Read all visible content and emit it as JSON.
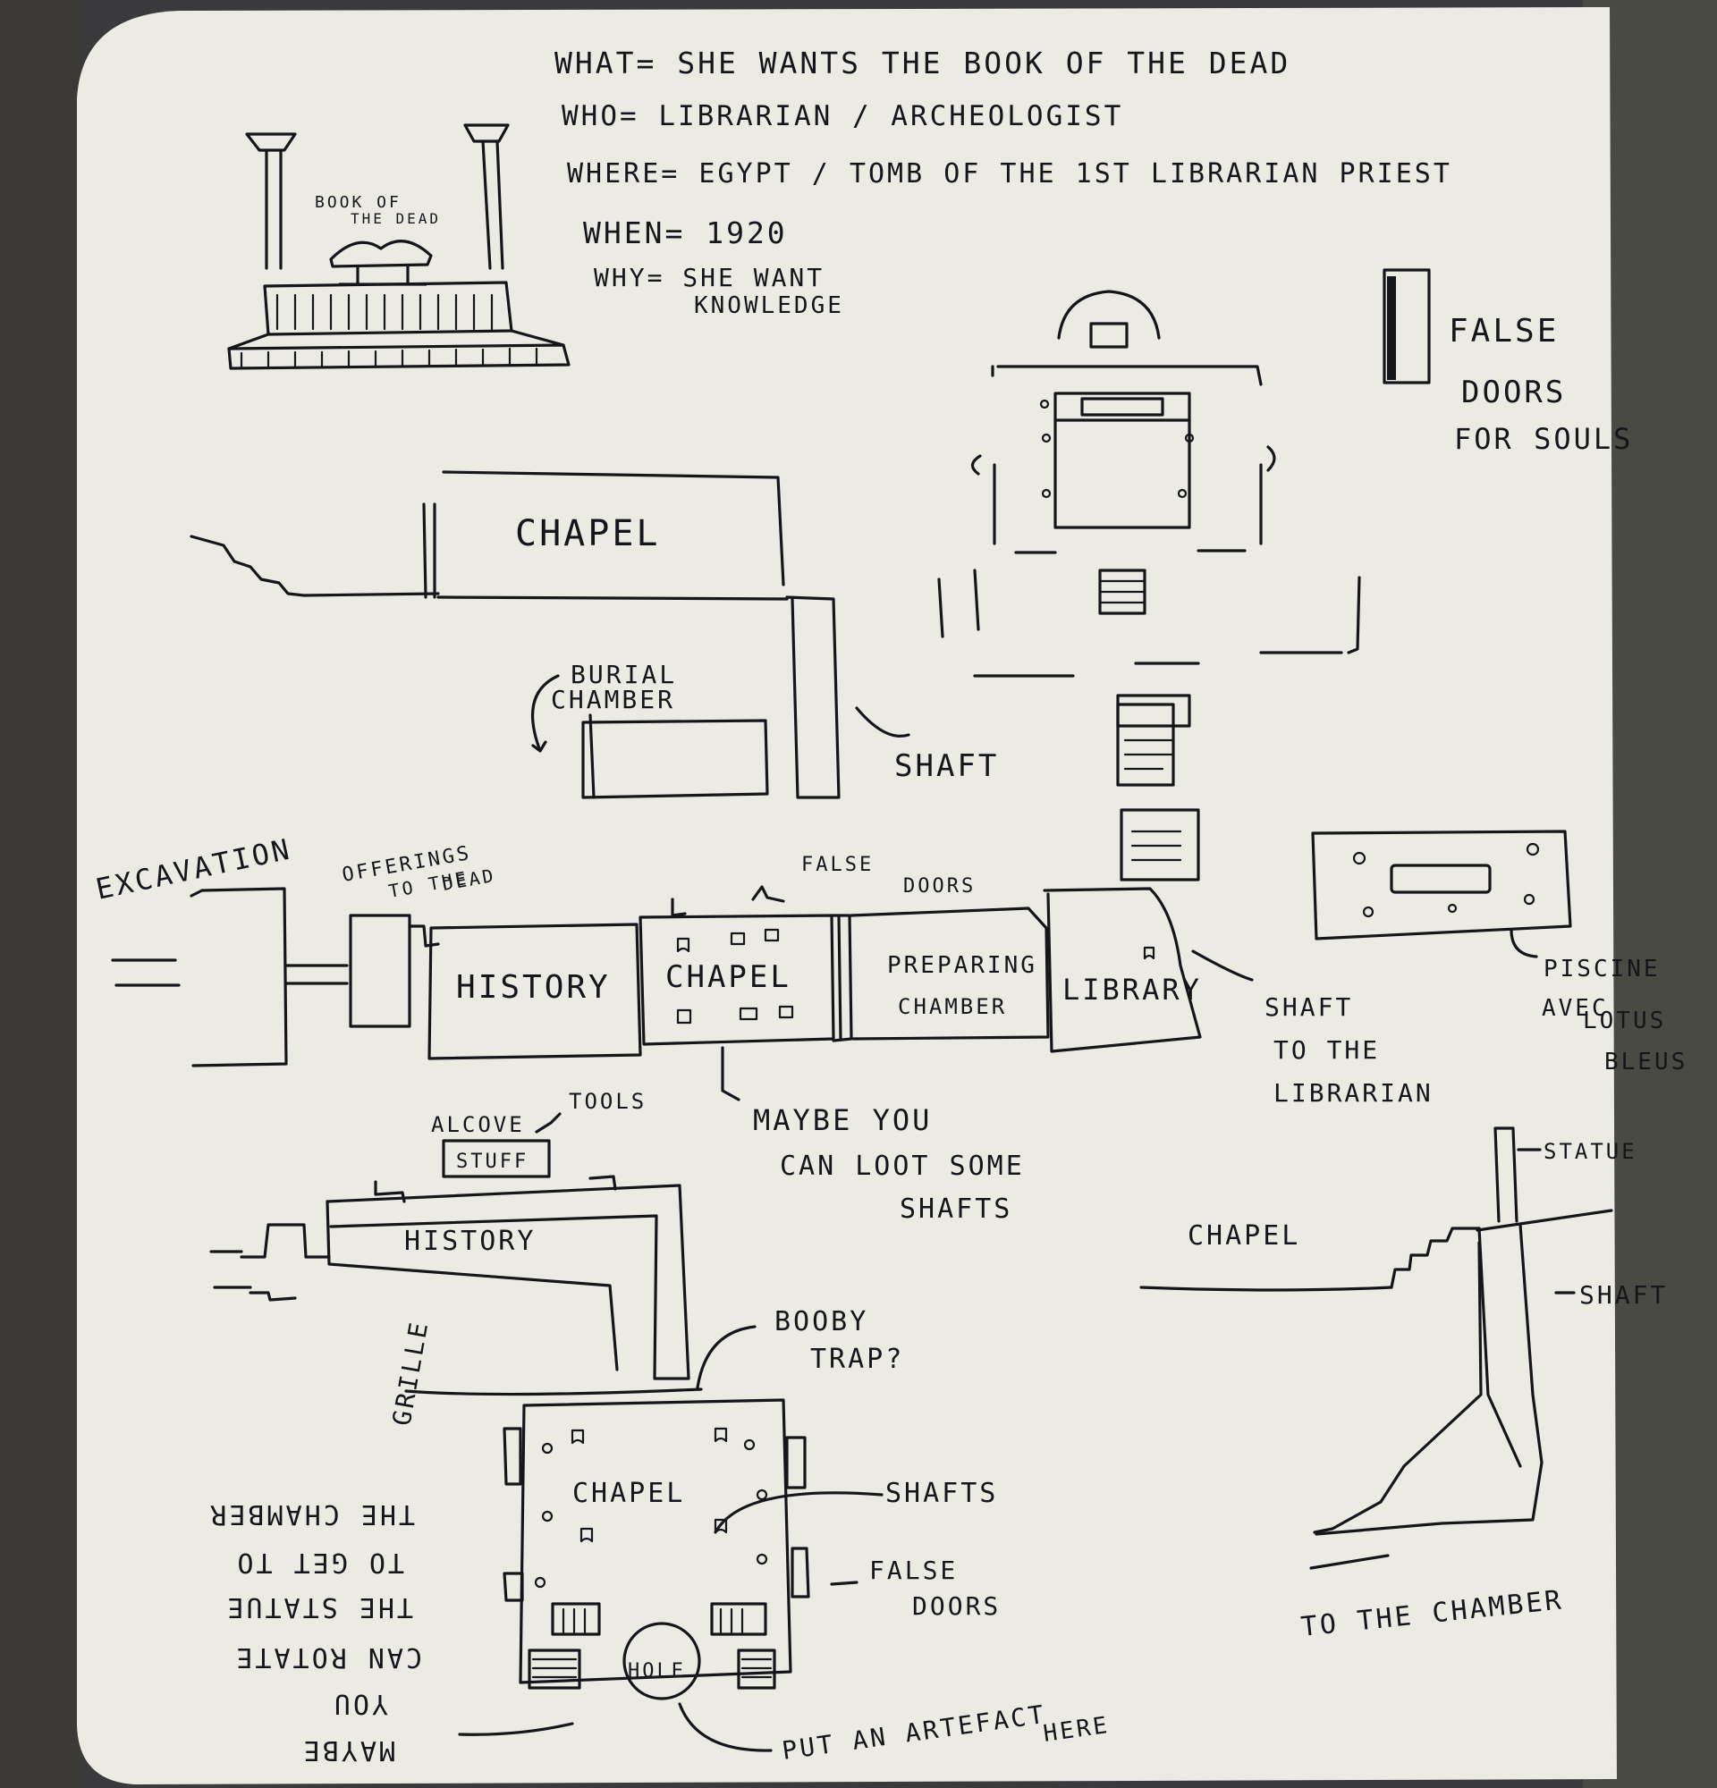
{
  "notes": {
    "what": "WHAT= SHE WANTS THE BOOK OF THE DEAD",
    "who": "WHO= LIBRARIAN / ARCHEOLOGIST",
    "where": "WHERE= EGYPT / TOMB OF THE 1ST LIBRARIAN PRIEST",
    "when": "WHEN= 1920",
    "why_1": "WHY= SHE WANT",
    "why_2": "KNOWLEDGE"
  },
  "altar": {
    "label_1": "BOOK OF",
    "label_2": "THE DEAD"
  },
  "false_doors": {
    "line_1": "FALSE",
    "line_2": "DOORS",
    "line_3": "FOR SOULS"
  },
  "section_sketch": {
    "chapel": "CHAPEL",
    "burial_1": "BURIAL",
    "burial_2": "CHAMBER",
    "shaft": "SHAFT"
  },
  "corridor": {
    "excavation": "EXCAVATION",
    "offerings_1": "OFFERINGS",
    "offerings_2": "TO THE",
    "offerings_3": "DEAD",
    "false_doors": "FALSE",
    "doors": "DOORS",
    "history": "HISTORY",
    "chapel": "CHAPEL",
    "preparing_1": "PREPARING",
    "preparing_2": "CHAMBER",
    "library": "LIBRARY",
    "shaft_1": "SHAFT",
    "shaft_2": "TO THE",
    "shaft_3": "LIBRARIAN",
    "loot_1": "MAYBE YOU",
    "loot_2": "CAN LOOT SOME",
    "loot_3": "SHAFTS"
  },
  "pool": {
    "line_1": "PISCINE",
    "line_2": "AVEC",
    "line_3": "LOTUS",
    "line_4": "BLEUS"
  },
  "lower_plan": {
    "alcove": "ALCOVE",
    "tools": "TOOLS",
    "stuff": "STUFF",
    "history": "HISTORY",
    "grille": "GRILLE",
    "booby_1": "BOOBY",
    "booby_2": "TRAP?",
    "chapel": "CHAPEL",
    "shafts": "SHAFTS",
    "false_1": "FALSE",
    "false_2": "DOORS",
    "hole": "HOLE",
    "artifact_1": "PUT AN ARTEFACT",
    "artifact_2": "HERE",
    "rot_1": "MAYBE",
    "rot_2": "YOU",
    "rot_3": "CAN ROTATE",
    "rot_4": "THE STATUE",
    "rot_5": "TO GET TO",
    "rot_6": "THE CHAMBER"
  },
  "shaft_section": {
    "statue": "STATUE",
    "shaft": "SHAFT",
    "chapel": "CHAPEL",
    "to_chamber": "TO THE CHAMBER"
  },
  "colors": {
    "paper": "#ecebe3",
    "ink": "#15151c",
    "background": "#3a3a3c"
  }
}
